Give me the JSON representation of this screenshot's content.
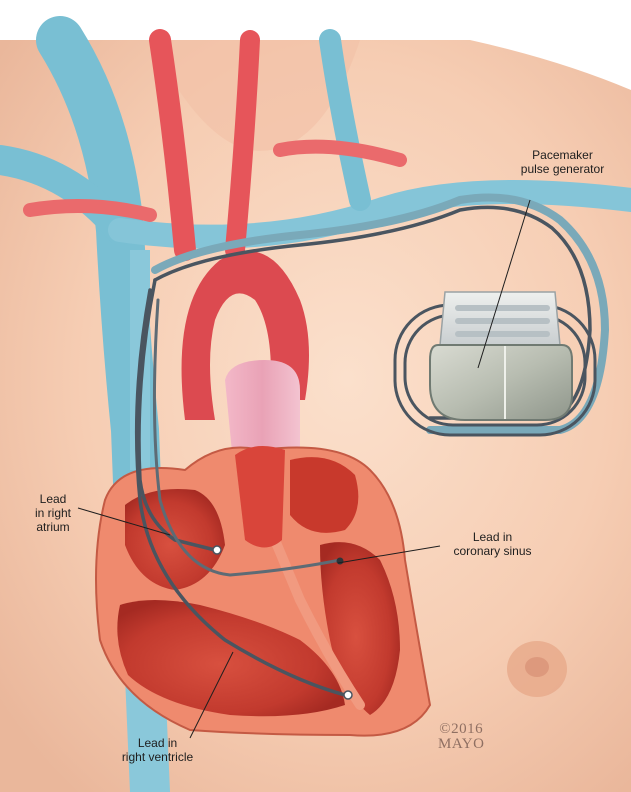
{
  "labels": {
    "pacemaker": [
      "Pacemaker",
      "pulse generator"
    ],
    "right_atrium": [
      "Lead",
      "in right",
      "atrium"
    ],
    "coronary_sinus": [
      "Lead in",
      "coronary sinus"
    ],
    "right_ventricle": [
      "Lead in",
      "right ventricle"
    ]
  },
  "credit": {
    "year": "©2016",
    "org": "MAYO"
  },
  "colors": {
    "background": "#ffffff",
    "skin": "#f8d2b9",
    "vein": "#79bfd3",
    "artery": "#e6555a",
    "heart_wall": "#ef8a6e",
    "heart_interior": "#c8392c",
    "device": "#c9cbc0",
    "lead": "#4a5560"
  }
}
